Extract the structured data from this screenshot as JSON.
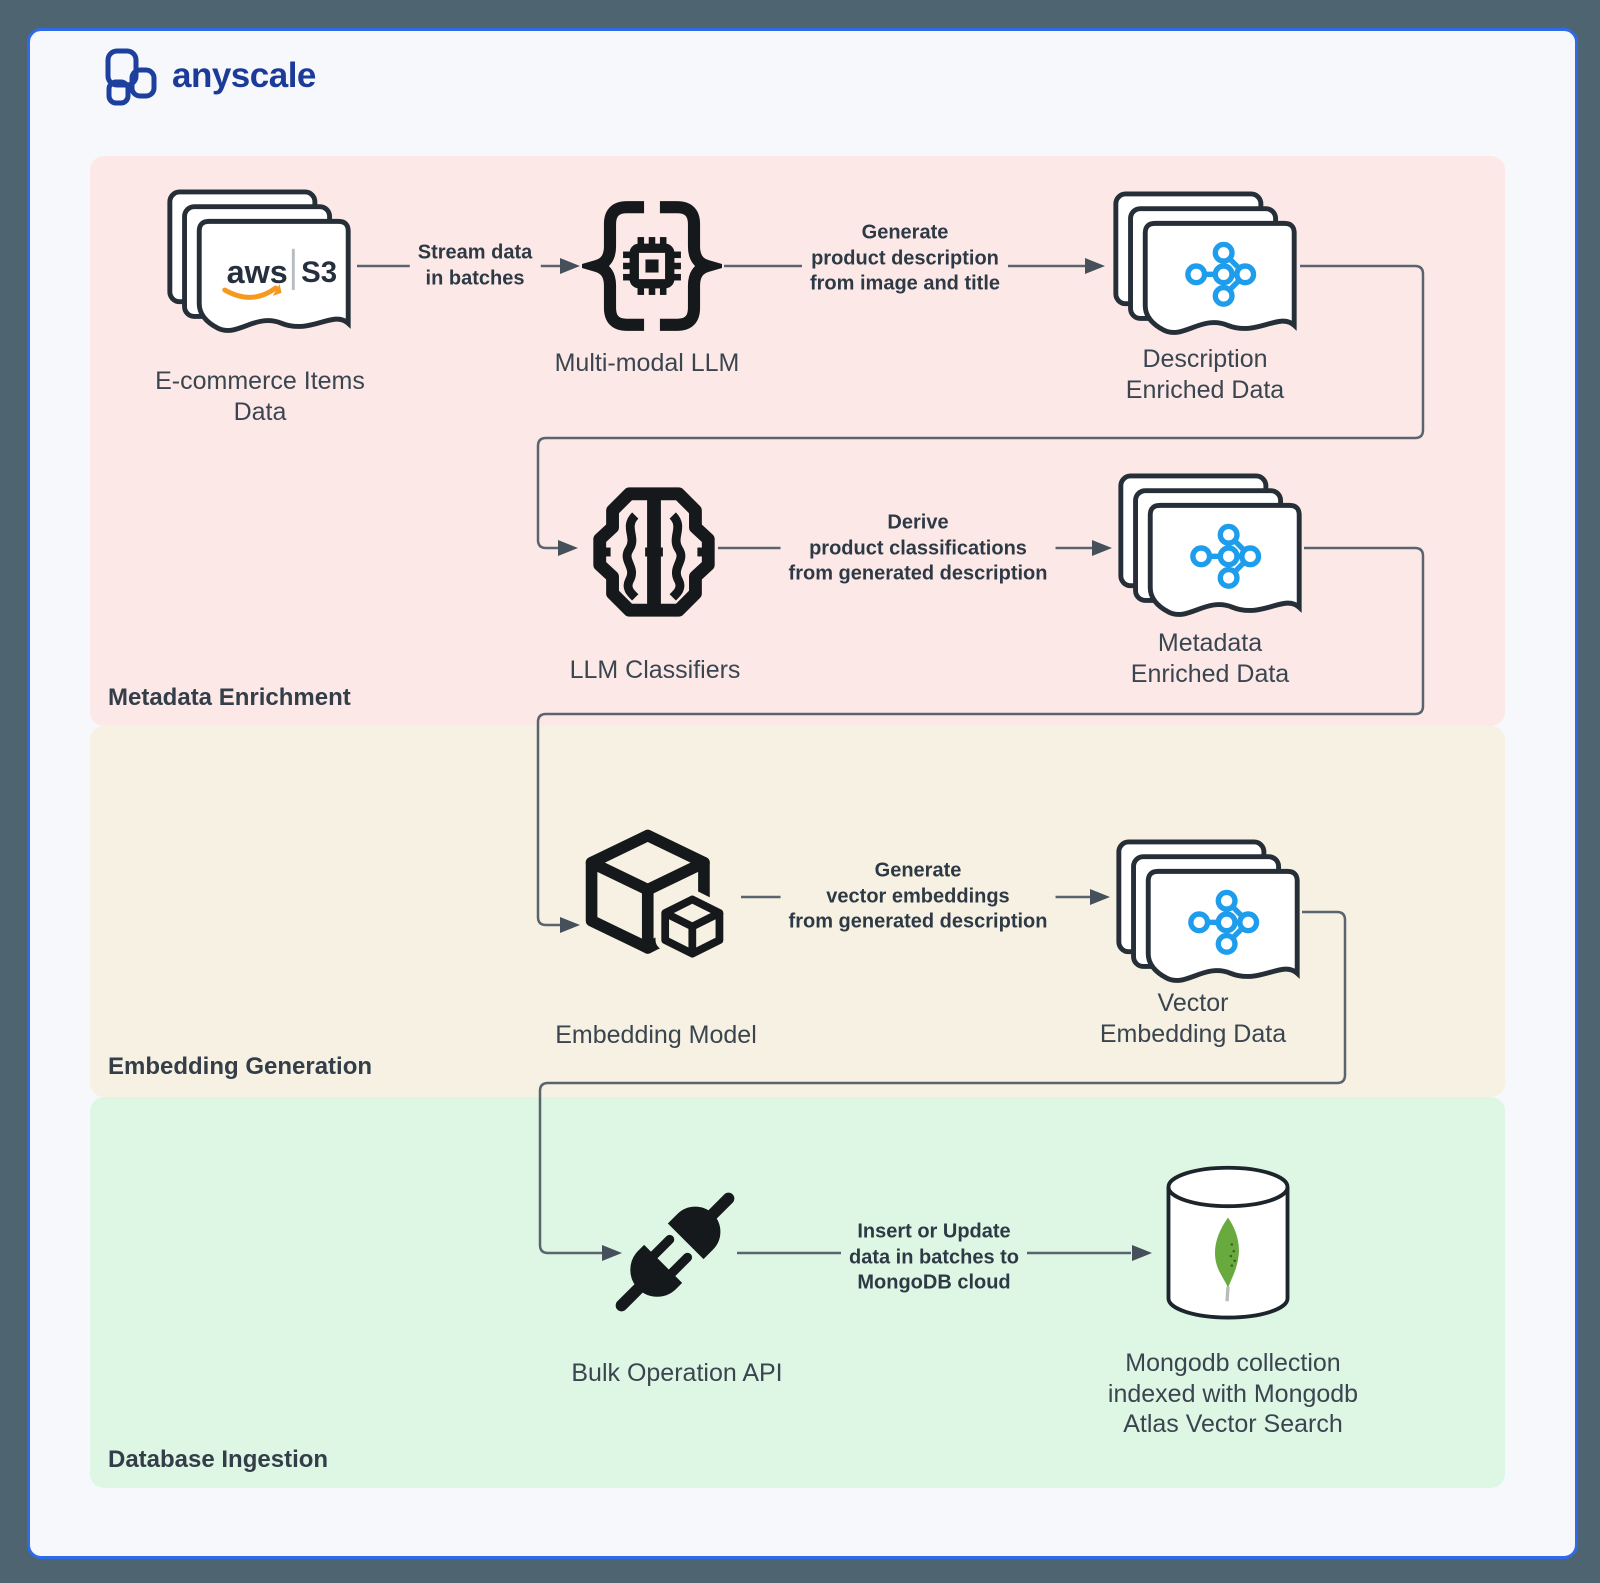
{
  "brand": {
    "wordmark": "anyscale"
  },
  "sections": {
    "metadata": {
      "label": "Metadata Enrichment",
      "bg": "#fce9e7"
    },
    "embedding": {
      "label": "Embedding Generation",
      "bg": "#f6f1e2"
    },
    "database": {
      "label": "Database Ingestion",
      "bg": "#def7e5"
    }
  },
  "nodes": {
    "ecommerce": {
      "label": "E-commerce Items\nData",
      "badge_aws": "aws",
      "badge_s3": "S3"
    },
    "mmllm": {
      "label": "Multi-modal LLM"
    },
    "desc_data": {
      "label": "Description\nEnriched Data"
    },
    "classifiers": {
      "label": "LLM Classifiers"
    },
    "metadata_data": {
      "label": "Metadata\nEnriched Data"
    },
    "embed_model": {
      "label": "Embedding Model"
    },
    "vector_data": {
      "label": "Vector\nEmbedding Data"
    },
    "bulk_api": {
      "label": "Bulk Operation API"
    },
    "mongo": {
      "label": "Mongodb collection\nindexed with Mongodb\nAtlas Vector Search"
    }
  },
  "edges": {
    "stream": {
      "label": "Stream data\nin batches"
    },
    "gen_desc": {
      "label": "Generate\nproduct description\nfrom image and title"
    },
    "derive": {
      "label": "Derive\nproduct classifications\nfrom generated description"
    },
    "gen_embed": {
      "label": "Generate\nvector embeddings\nfrom generated description"
    },
    "insert": {
      "label": "Insert or Update\ndata in batches to\nMongoDB cloud"
    }
  },
  "colors": {
    "outer_background": "#4e6470",
    "card_background": "#f7f8fc",
    "card_border_blue": "#2f6be8",
    "brand_blue": "#1c3a99",
    "section_pink": "#fce9e7",
    "section_cream": "#f6f1e2",
    "section_green": "#def7e5",
    "connector_gray": "#5a646e",
    "icon_black": "#15191b",
    "doc_outline": "#262f38",
    "data_glyph_blue": "#1f9ded",
    "aws_orange": "#f7981f",
    "mongo_leaf_green": "#69aa3f"
  }
}
